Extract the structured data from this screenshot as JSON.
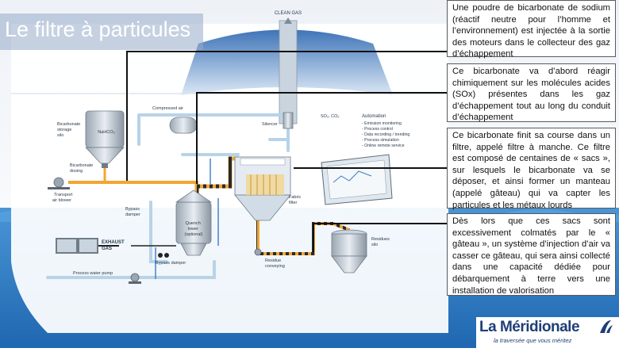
{
  "title": "Le filtre à particules",
  "diagram": {
    "labels": {
      "clean_gas": "CLEAN GAS",
      "bicarbonate_storage": [
        "Bicarbonate",
        "storage",
        "silo"
      ],
      "nahco3": "NaHCO₃",
      "bicarbonate_dosing": [
        "Bicarbonate",
        "dosing"
      ],
      "transport_blower": [
        "Transport",
        "air blower"
      ],
      "compressed_air": "Compressed air",
      "silencer": "Silencer",
      "so2_co2": "SO₂, CO₂",
      "automation_title": "Automation",
      "automation_items": [
        "- Emission monitoring",
        "- Process control",
        "- Data recording / trending",
        "- Process simulation",
        "- Online remote service"
      ],
      "bypass_damper_left": [
        "Bypass",
        "damper"
      ],
      "quench_tower": [
        "Quench",
        "tower",
        "(optional)"
      ],
      "fabric_filter": [
        "Fabric",
        "filter"
      ],
      "residues_silo": [
        "Residues",
        "silo"
      ],
      "exhaust_gas": [
        "EXHAUST",
        "GAS"
      ],
      "bypass_damper_bottom": "Bypass damper",
      "residue_conveying": [
        "Residue",
        "conveying"
      ],
      "process_water_pump": "Process water pump"
    }
  },
  "callouts": [
    "Une poudre de bicarbonate de sodium (réactif neutre pour l’homme et l’environnement) est injectée à la sortie des moteurs dans le collecteur des gaz d’échappement",
    "Ce bicarbonate va d’abord réagir chimiquement sur les molécules acides (SOx) présentes dans les gaz d’échappement tout au long du conduit d’échappement",
    "Ce bicarbonate finit sa course dans un filtre, appelé filtre à manche. Ce filtre est composé de centaines de « sacs », sur lesquels le bicarbonate va se déposer, et ainsi former un manteau (appelé gâteau) qui va capter les particules et les métaux lourds",
    "Dès lors que ces sacs sont excessivement colmatés par le « gâteau », un système d’injection d’air va casser ce gâteau, qui sera ainsi collecté dans une capacité dédiée pour débarquement à terre vers une installation de valorisation"
  ],
  "brand": {
    "name": "La Méridionale",
    "tagline": "la traversée que vous méritez"
  },
  "colors": {
    "sea": "#2f7fc8",
    "hull": "#5aa0dc",
    "pipe_orange": "#f2a531",
    "pipe_blue": "#b8d3e8",
    "brand_blue": "#1e3f78"
  }
}
